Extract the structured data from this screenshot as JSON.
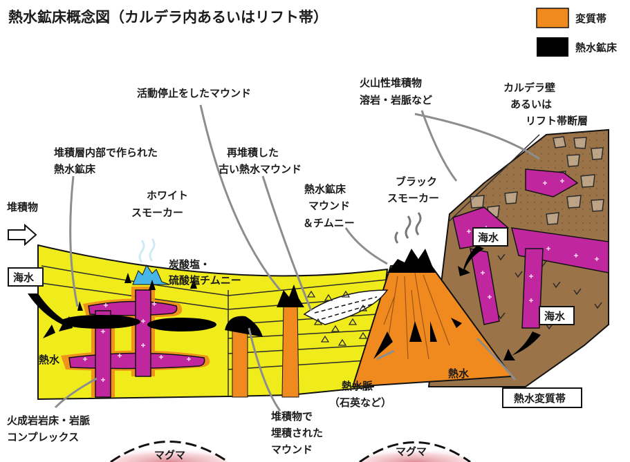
{
  "title": "熱水鉱床概念図（カルデラ内あるいはリフト帯）",
  "legend": {
    "alteration": "変質帯",
    "deposit": "熱水鉱床"
  },
  "labels": {
    "sediment": "堆積物",
    "seawater": "海水",
    "hydrothermal": "熱水",
    "igneous_complex": [
      "火成岩岩床・岩脈",
      "コンプレックス"
    ],
    "inner_deposit": [
      "堆積層内部で作られた",
      "熱水鉱床"
    ],
    "white_smoker": [
      "ホワイト",
      "スモーカー"
    ],
    "carbonate": [
      "炭酸塩・",
      "硫酸塩チムニー"
    ],
    "inactive_mound": "活動停止をしたマウンド",
    "redeposited": [
      "再堆積した",
      "古い熱水マウンド"
    ],
    "deposit_mound": [
      "熱水鉱床",
      "マウンド",
      "＆チムニー"
    ],
    "black_smoker": [
      "ブラック",
      "スモーカー"
    ],
    "volcanic": [
      "火山性堆積物",
      "溶岩・岩脈など"
    ],
    "caldera_wall": [
      "カルデラ壁",
      "あるいは",
      "リフト帯断層"
    ],
    "buried": [
      "堆積物で",
      "埋積された",
      "マウンド"
    ],
    "vein": [
      "熱水脈",
      "（石英など）"
    ],
    "alteration_zone": "熱水変質帯",
    "magma": "マグマ"
  },
  "colors": {
    "sediment": "#f0ec1c",
    "alteration": "#f08a1e",
    "deposit": "#000000",
    "intrusion": "#c0279f",
    "brown_rock": "#9a7348",
    "white_smoker": "#49b6e8",
    "magma": "#c0283a"
  }
}
